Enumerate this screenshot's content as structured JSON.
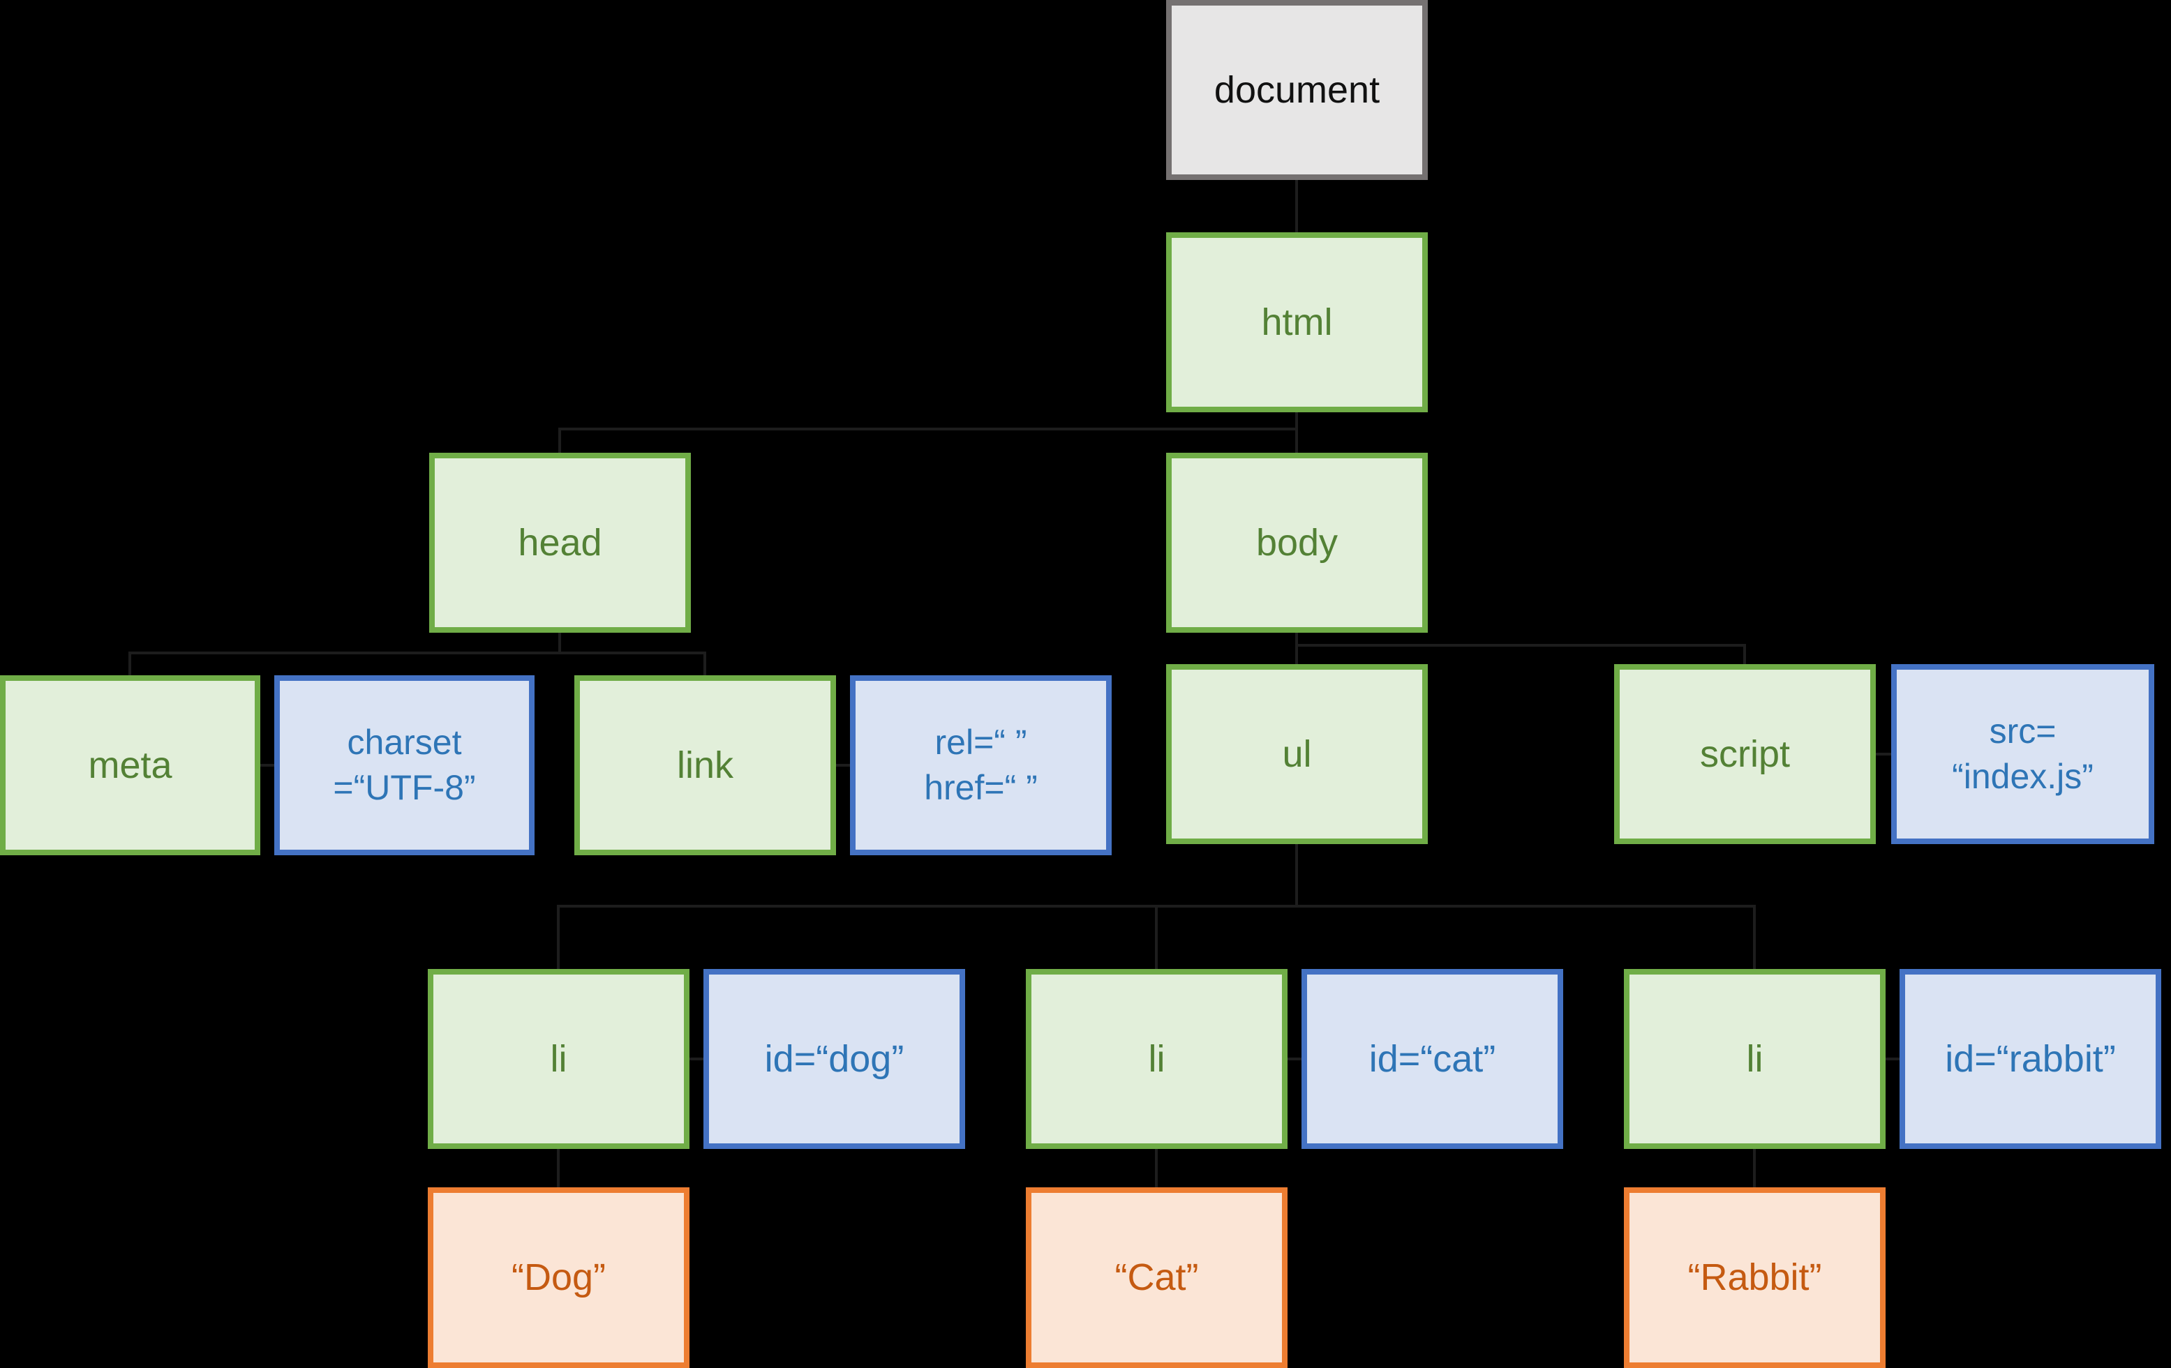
{
  "diagram": {
    "title_hint": "DOM tree of an HTML document",
    "colors": {
      "bg": "#000000",
      "line": "#1d1d1d",
      "gray_fill": "#e7e6e6",
      "gray_border": "#757171",
      "gray_text": "#111111",
      "green_fill": "#e2efda",
      "green_border": "#70ad47",
      "green_text": "#538135",
      "blue_fill": "#dae3f3",
      "blue_border": "#4472c4",
      "blue_text": "#2e75b6",
      "orange_fill": "#fbe5d6",
      "orange_border": "#ed7d31",
      "orange_text": "#c55a11"
    },
    "nodes": {
      "document": {
        "type": "document-root",
        "label": "document"
      },
      "html": {
        "type": "element",
        "label": "html"
      },
      "head": {
        "type": "element",
        "label": "head"
      },
      "body": {
        "type": "element",
        "label": "body"
      },
      "meta": {
        "type": "element",
        "label": "meta"
      },
      "charset": {
        "type": "attribute",
        "lines": [
          "charset",
          "=“UTF-8”"
        ]
      },
      "link": {
        "type": "element",
        "label": "link"
      },
      "relhref": {
        "type": "attribute",
        "lines": [
          "rel=“ ”",
          "href=“ ”"
        ]
      },
      "ul": {
        "type": "element",
        "label": "ul"
      },
      "script": {
        "type": "element",
        "label": "script"
      },
      "src": {
        "type": "attribute",
        "lines": [
          "src=",
          "“index.js”"
        ]
      },
      "li_dog": {
        "type": "element",
        "label": "li"
      },
      "id_dog": {
        "type": "attribute",
        "label": "id=“dog”"
      },
      "li_cat": {
        "type": "element",
        "label": "li"
      },
      "id_cat": {
        "type": "attribute",
        "label": "id=“cat”"
      },
      "li_rabbit": {
        "type": "element",
        "label": "li"
      },
      "id_rabbit": {
        "type": "attribute",
        "label": "id=“rabbit”"
      },
      "text_dog": {
        "type": "text-node",
        "label": "“Dog”"
      },
      "text_cat": {
        "type": "text-node",
        "label": "“Cat”"
      },
      "text_rabbit": {
        "type": "text-node",
        "label": "“Rabbit”"
      }
    }
  }
}
